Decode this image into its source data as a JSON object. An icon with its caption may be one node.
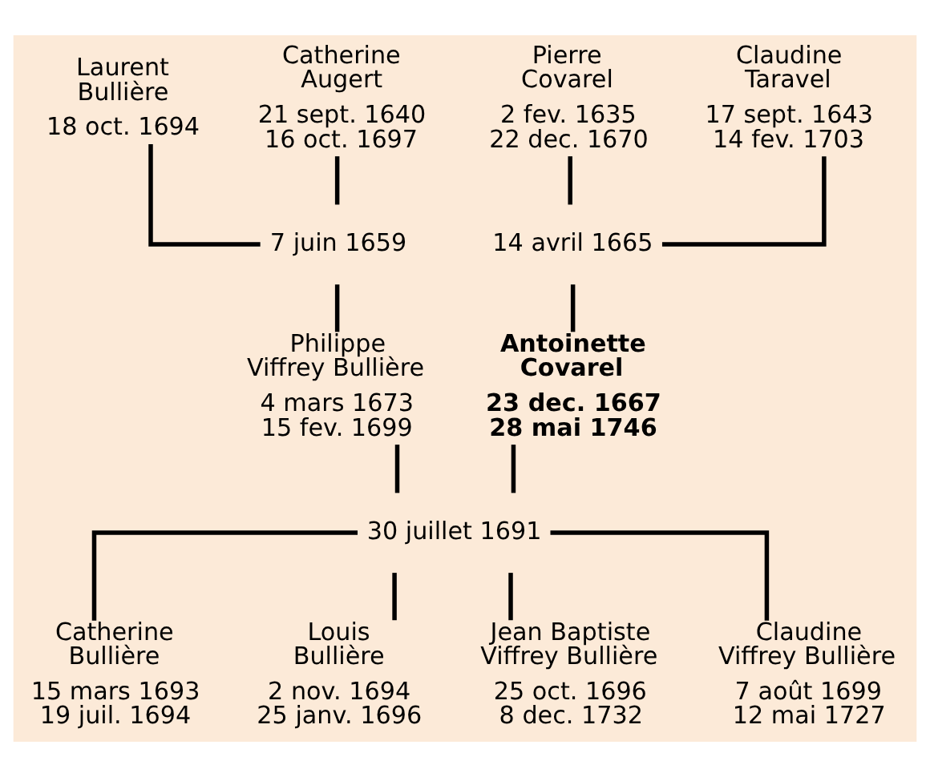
{
  "diagram": {
    "nodes": [
      {
        "text": [
          "Laurent Bullière",
          "18 oct. 1694"
        ]
      },
      {
        "text": [
          "Catherine Augert",
          "21 sept. 1640",
          "16 oct. 1697"
        ]
      },
      {
        "text": [
          "Pierre Covarel",
          "2 fev. 1635",
          "22 dec. 1670"
        ]
      },
      {
        "text": [
          "Claudine Taravel",
          "17 sept. 1643",
          "14 fev. 1703"
        ]
      },
      {
        "text": [
          "7 juin 1659"
        ]
      },
      {
        "text": [
          "14 avril 1665"
        ]
      },
      {
        "text": [
          "Philippe Viffrey Bullière",
          "4 mars 1673",
          "15 fev. 1699"
        ]
      },
      {
        "text": [
          "Antoinette Covarel",
          "23 dec. 1667",
          "28 mai 1746"
        ]
      },
      {
        "text": [
          "30 juillet 1691"
        ]
      },
      {
        "text": [
          "Catherine Bullière",
          "15 mars 1693",
          "19 juil. 1694"
        ]
      },
      {
        "text": [
          "Louis Bullière",
          "2 nov. 1694",
          "25 janv. 1696"
        ]
      },
      {
        "text": [
          "Jean Baptiste Viffrey Bullière",
          "25 oct. 1696",
          "8 dec. 1732"
        ]
      },
      {
        "text": [
          "Claudine Viffrey Bullière",
          "7 août 1699",
          "12 mai 1727"
        ]
      }
    ],
    "edges": [
      {
        "from": 0,
        "to": 4,
        "arrow": "none"
      },
      {
        "from": 1,
        "to": 4,
        "arrow": "none"
      },
      {
        "from": 2,
        "to": 5,
        "arrow": "none"
      },
      {
        "from": 3,
        "to": 5,
        "arrow": "none"
      },
      {
        "from": 4,
        "to": 6,
        "arrow": "none"
      },
      {
        "from": 5,
        "to": 7,
        "arrow": "none"
      },
      {
        "from": 6,
        "to": 8,
        "arrow": "none"
      },
      {
        "from": 7,
        "to": 8,
        "arrow": "none"
      },
      {
        "from": 8,
        "to": 9,
        "arrow": "none"
      },
      {
        "from": 8,
        "to": 10,
        "arrow": "none"
      },
      {
        "from": 8,
        "to": 11,
        "arrow": "none"
      },
      {
        "from": 8,
        "to": 12,
        "arrow": "none"
      }
    ]
  }
}
